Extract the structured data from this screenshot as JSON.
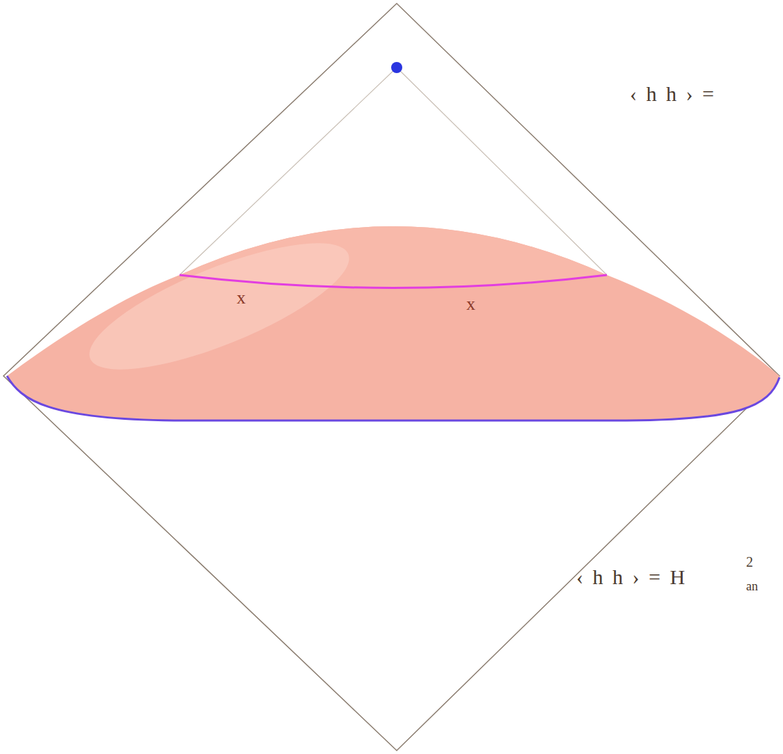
{
  "diagram": {
    "labels": [
      "‹ h h › =",
      "‹ h h › = H",
      "2",
      "an",
      "x",
      "x"
    ]
  }
}
